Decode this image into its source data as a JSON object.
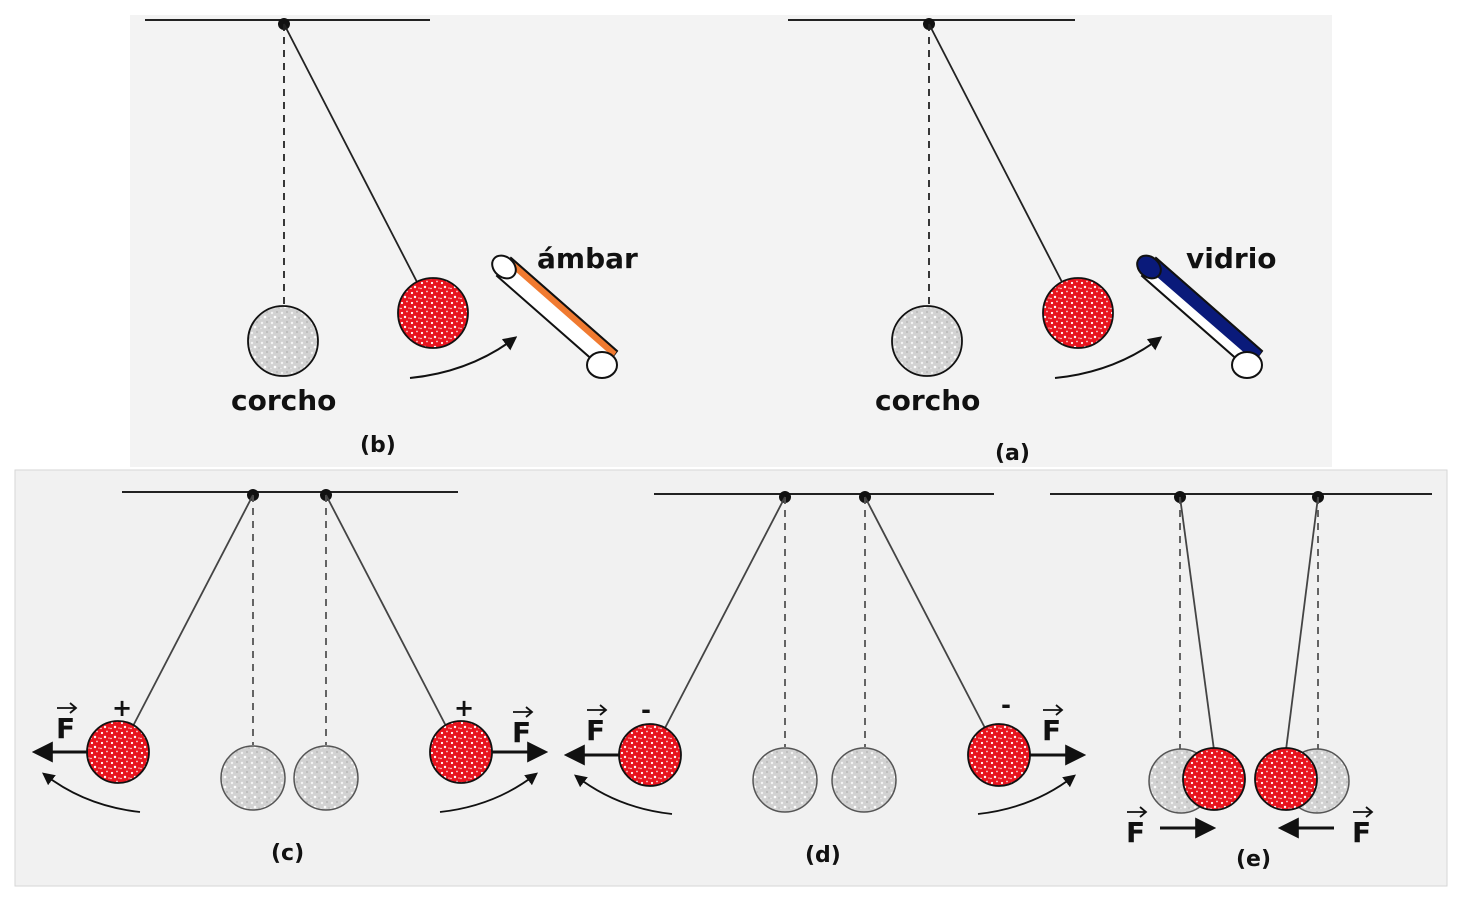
{
  "panels": {
    "a": {
      "caption": "(a)",
      "ball_label": "corcho",
      "rod_label": "vidrio",
      "rod_color": "#0a1a7a"
    },
    "b": {
      "caption": "(b)",
      "ball_label": "corcho",
      "rod_label": "ámbar",
      "rod_color": "#f07a30"
    },
    "c": {
      "caption": "(c)",
      "charge_sign": "+",
      "force_symbol": "F"
    },
    "d": {
      "caption": "(d)",
      "charge_sign": "-",
      "force_symbol": "F"
    },
    "e": {
      "caption": "(e)",
      "force_symbol": "F"
    }
  },
  "colors": {
    "background_top": "#f3f3f3",
    "background_bottom": "#f1f1f1",
    "charged_ball": "#e8141e",
    "neutral_ball": "#cfcfcf"
  }
}
